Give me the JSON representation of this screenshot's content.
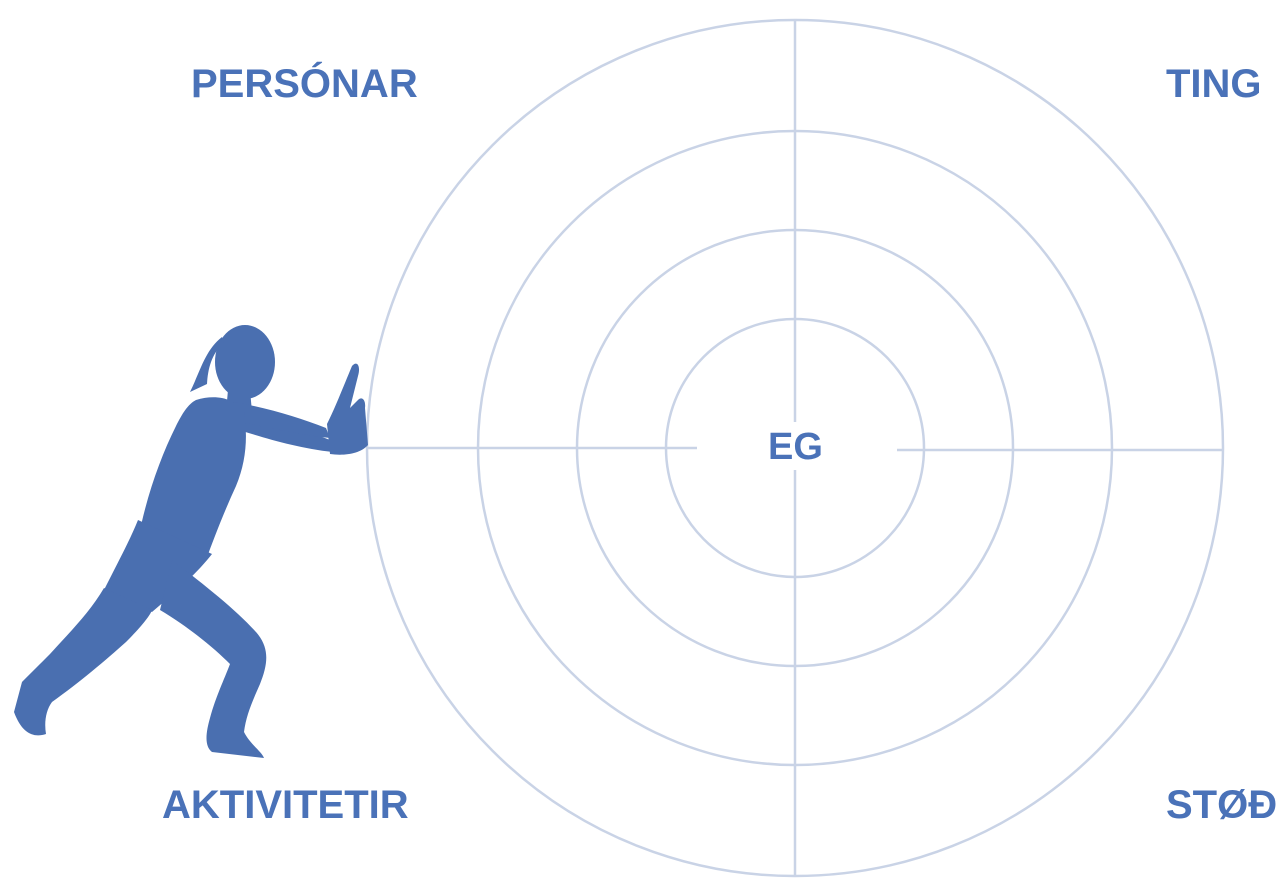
{
  "labels": {
    "top_left": "PERSÓNAR",
    "top_right": "TING",
    "bottom_left": "AKTIVITETIR",
    "bottom_right": "STØÐ",
    "center": "EG"
  },
  "colors": {
    "label_text": "#4a72b8",
    "ring_stroke": "#c9d3e6",
    "silhouette_fill": "#4a6fb0"
  },
  "icons": {
    "figure": "woman-pushing-silhouette"
  }
}
